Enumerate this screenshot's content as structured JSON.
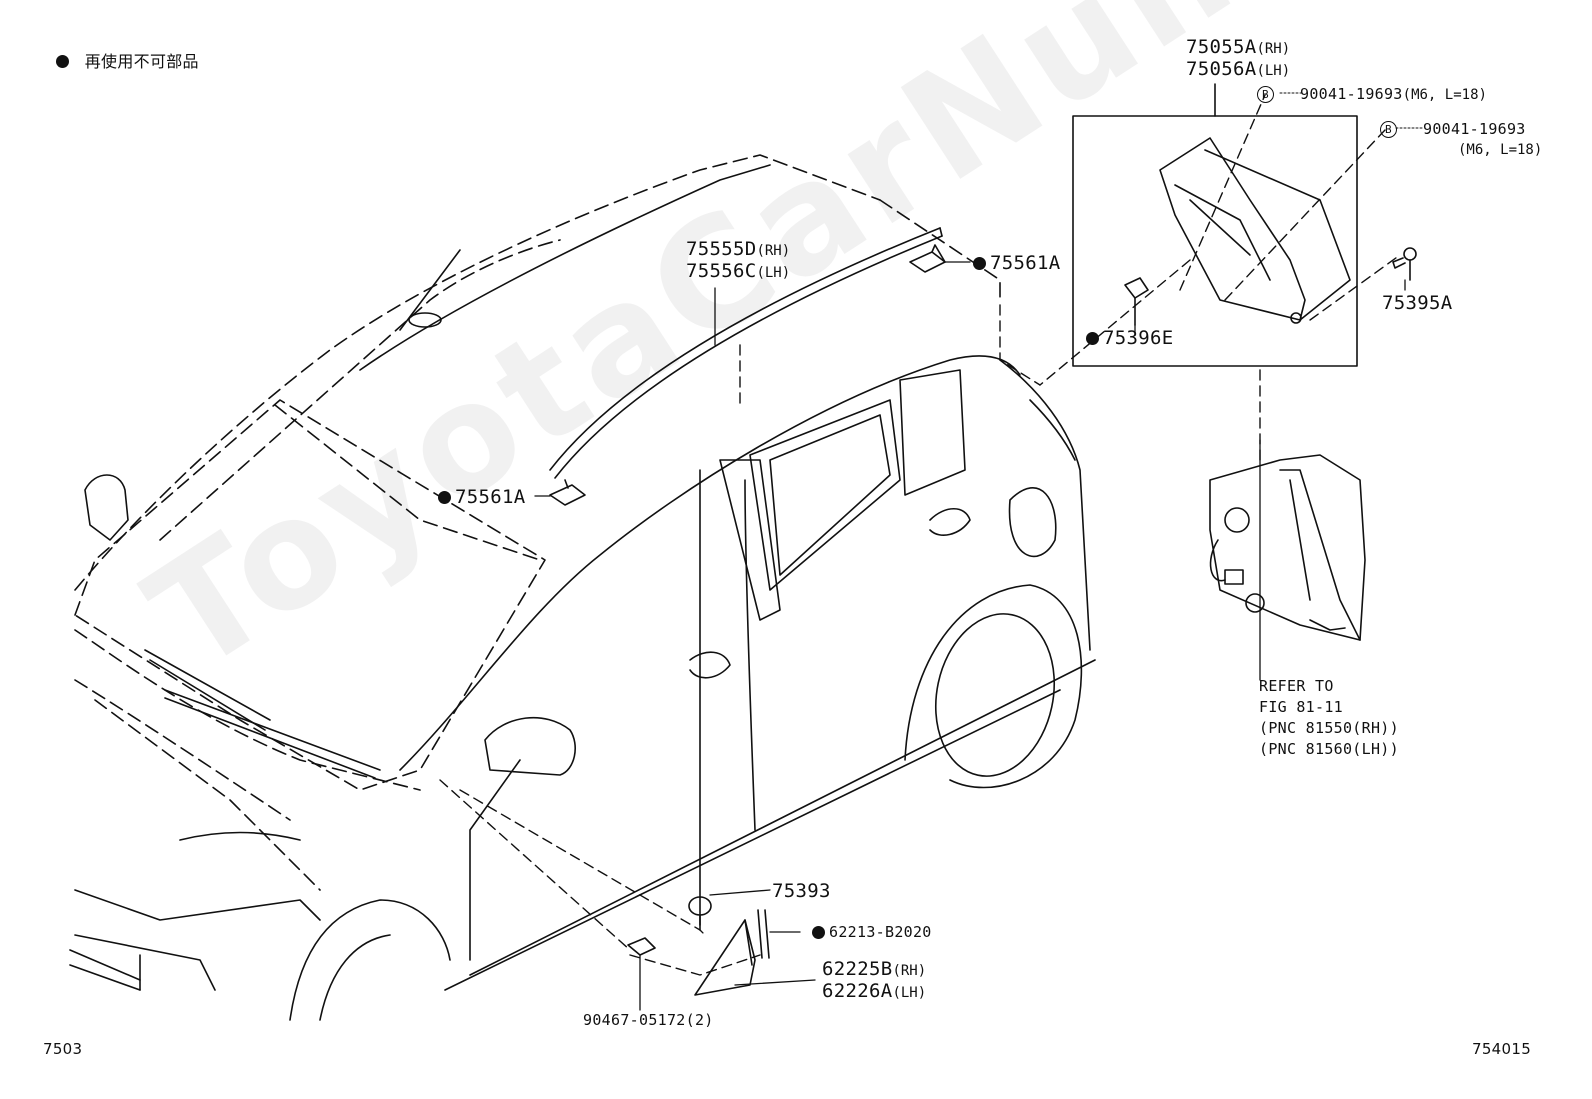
{
  "legend": {
    "symbol": "●",
    "text": "再使用不可部品"
  },
  "watermark": "ToyotaCarNumber.ru",
  "parts": {
    "p75055A": {
      "number": "75055A",
      "suffix": "(RH)"
    },
    "p75056A": {
      "number": "75056A",
      "suffix": "(LH)"
    },
    "bolt1": {
      "mark": "B",
      "number": "90041-19693",
      "spec": "(M6, L=18)"
    },
    "bolt2": {
      "mark": "B",
      "number": "90041-19693",
      "spec": "(M6, L=18)"
    },
    "p75555D": {
      "number": "75555D",
      "suffix": "(RH)"
    },
    "p75556C": {
      "number": "75556C",
      "suffix": "(LH)"
    },
    "p75561A_top": {
      "number": "75561A"
    },
    "p75561A_left": {
      "number": "75561A"
    },
    "p75395A": {
      "number": "75395A"
    },
    "p75396E": {
      "number": "75396E"
    },
    "p75393": {
      "number": "75393"
    },
    "p62213": {
      "number": "62213-B2020"
    },
    "p62225B": {
      "number": "62225B",
      "suffix": "(RH)"
    },
    "p62226A": {
      "number": "62226A",
      "suffix": "(LH)"
    },
    "p90467": {
      "number": "90467-05172(2)"
    }
  },
  "refer": {
    "line1": "REFER TO",
    "line2": "FIG 81-11",
    "line3": "(PNC 81550(RH))",
    "line4": "(PNC 81560(LH))"
  },
  "footer": {
    "left_code": "7503",
    "right_code": "754015"
  }
}
